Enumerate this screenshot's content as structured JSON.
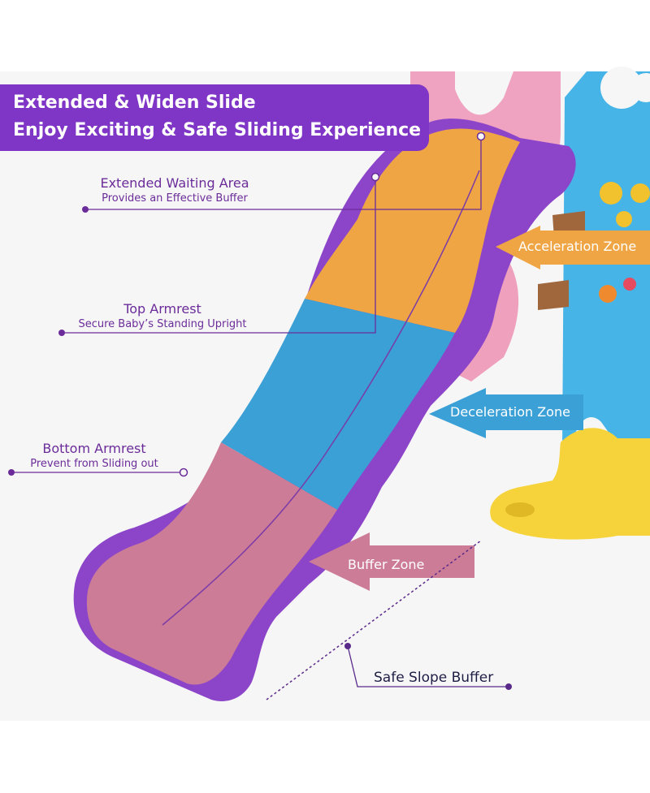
{
  "banner": {
    "line1": "Extended & Widen Slide",
    "line2": "Enjoy Exciting & Safe Sliding Experience"
  },
  "callouts": [
    {
      "title": "Extended Waiting Area",
      "subtitle": "Provides an Effective Buffer"
    },
    {
      "title": "Top Armrest",
      "subtitle": "Secure Baby’s Standing Upright"
    },
    {
      "title": "Bottom Armrest",
      "subtitle": "Prevent from Sliding out"
    }
  ],
  "zones": [
    {
      "label": "Acceleration Zone",
      "color": "#f0a544"
    },
    {
      "label": "Deceleration Zone",
      "color": "#3ba0d6"
    },
    {
      "label": "Buffer Zone",
      "color": "#cc7c96"
    }
  ],
  "safe_slope": {
    "label": "Safe Slope Buffer"
  },
  "colors": {
    "brand_purple": "#7f35c6",
    "callout_text": "#6b2c9a",
    "slide_frame": "#8c45c9",
    "ladder_blue": "#46b4e6",
    "base_yellow": "#f6d33a",
    "pink_backrest": "#f0a3c0"
  }
}
